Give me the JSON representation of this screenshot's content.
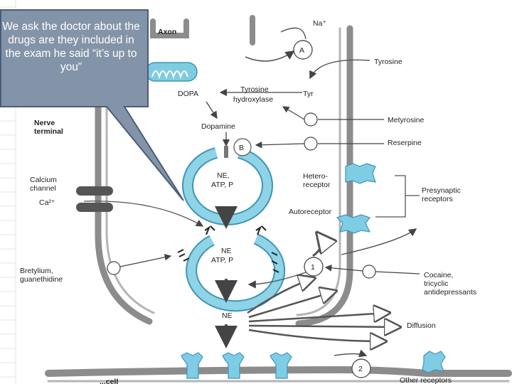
{
  "callout": {
    "text": "We ask the doctor about the drugs are they included in the exam he said “it’s up to you”"
  },
  "labels": {
    "axon": "Axon",
    "na": "Na⁺",
    "a": "A",
    "tyrosine": "Tyrosine",
    "dopa": "DOPA",
    "th1": "Tyrosine",
    "th2": "hydroxylase",
    "tyr": "Tyr",
    "nerve1": "Nerve",
    "nerve2": "terminal",
    "metyrosine": "Metyrosine",
    "dopamine": "Dopamine",
    "b": "B",
    "reserpine": "Reserpine",
    "ves1_l1": "NE,",
    "ves1_l2": "ATP, P",
    "calcium1": "Calcium",
    "calcium2": "channel",
    "ca": "Ca²⁺",
    "hetero1": "Hetero-",
    "hetero2": "receptor",
    "presyn1": "Presynaptic",
    "presyn2": "receptors",
    "autoreceptor": "Autoreceptor",
    "ves2_l1": "NE",
    "ves2_l2": "ATP, P",
    "bretylium1": "Bretylium,",
    "bretylium2": "guanethidine",
    "one": "1",
    "cocaine1": "Cocaine,",
    "cocaine2": "tricyclic",
    "cocaine3": "antidepressants",
    "ne": "NE",
    "diffusion": "Diffusion",
    "two": "2",
    "other": "Other receptors",
    "bottom": "...cell"
  },
  "colors": {
    "membrane": "#8c8c8c",
    "vesicle": "#8fd3e6",
    "vesicle_edge": "#3d95b8",
    "receptor": "#7ecde4",
    "callout_fill": "#8494a8",
    "callout_edge": "#4a5d78"
  }
}
